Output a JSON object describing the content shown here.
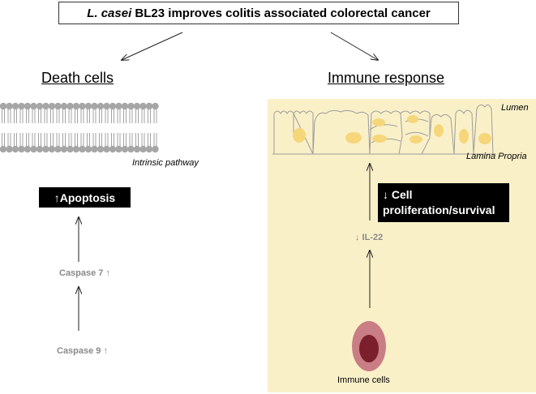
{
  "title": {
    "species": "L. casei",
    "rest": " BL23 improves colitis associated colorectal cancer"
  },
  "left": {
    "heading": "Death cells",
    "membrane_label": "Intrinsic pathway",
    "apoptosis_label": "↑Apoptosis",
    "caspase7_label": "Caspase 7 ↑",
    "caspase9_label": "Caspase 9 ↑"
  },
  "right": {
    "heading": "Immune response",
    "lumen_label": "Lumen",
    "lamina_label": "Lamina Propria",
    "proliferation_line1": "↓ Cell",
    "proliferation_line2": "proliferation/survival",
    "il22_label": "↓ IL-22",
    "immune_cells_label": "Immune cells"
  },
  "colors": {
    "panel_background": "#faf0c8",
    "membrane_grey": "#a6a6a6",
    "nucleus_yellow": "#f5d67a",
    "immune_cell_outer": "#c97d84",
    "immune_cell_inner": "#7a1f2b",
    "grey_text": "#8a8a8a"
  }
}
